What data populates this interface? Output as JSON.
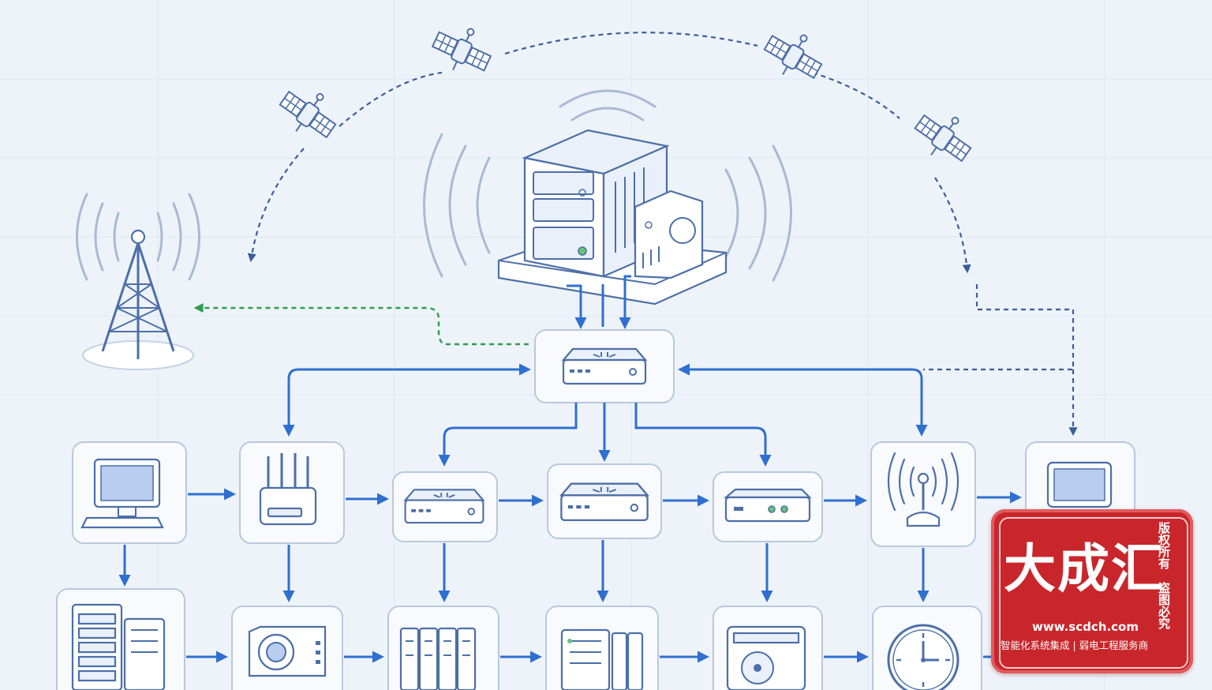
{
  "watermark": {
    "title": "大成汇",
    "url": "www.scdch.com",
    "side_text_1": "版权所有",
    "side_text_2": "盗图必究",
    "tagline": "智能化系统集成 | 弱电工程服务商"
  },
  "colors": {
    "background": "#eef3fa",
    "link_solid": "#2f6fd0",
    "link_dashed_blue": "#3b5d9a",
    "link_dashed_green": "#2e9e4a",
    "device_stroke": "#4c6fa8",
    "stamp_red": "#c9262b"
  },
  "nodes": [
    {
      "id": "central-server",
      "icon": "server-icon"
    },
    {
      "id": "core-switch",
      "icon": "router-icon"
    },
    {
      "id": "cell-tower",
      "icon": "cell-tower-icon"
    },
    {
      "id": "satellite-1",
      "icon": "satellite-icon"
    },
    {
      "id": "satellite-2",
      "icon": "satellite-icon"
    },
    {
      "id": "satellite-3",
      "icon": "satellite-icon"
    },
    {
      "id": "satellite-4",
      "icon": "satellite-icon"
    },
    {
      "id": "workstation",
      "icon": "computer-icon"
    },
    {
      "id": "wifi-router",
      "icon": "wifi-router-icon"
    },
    {
      "id": "router-a",
      "icon": "router-icon"
    },
    {
      "id": "router-b",
      "icon": "router-icon"
    },
    {
      "id": "network-switch",
      "icon": "switch-icon"
    },
    {
      "id": "antenna",
      "icon": "antenna-icon"
    },
    {
      "id": "monitor",
      "icon": "monitor-icon"
    },
    {
      "id": "server-rack",
      "icon": "server-rack-icon"
    },
    {
      "id": "camera",
      "icon": "camera-icon"
    },
    {
      "id": "storage-array",
      "icon": "storage-icon"
    },
    {
      "id": "blade-server",
      "icon": "blade-server-icon"
    },
    {
      "id": "disk-drive",
      "icon": "disk-icon"
    },
    {
      "id": "clock",
      "icon": "clock-icon"
    }
  ],
  "edges": [
    {
      "from": "central-server",
      "to": "core-switch",
      "style": "solid"
    },
    {
      "from": "core-switch",
      "to": "cell-tower",
      "style": "dashed-green"
    },
    {
      "from": "satellite-1",
      "to": "satellite-2",
      "style": "dashed"
    },
    {
      "from": "satellite-1",
      "to": "cell-tower",
      "style": "dashed"
    },
    {
      "from": "satellite-2",
      "to": "satellite-3",
      "style": "dashed"
    },
    {
      "from": "satellite-3",
      "to": "satellite-4",
      "style": "dashed"
    },
    {
      "from": "satellite-4",
      "to": "monitor",
      "style": "dashed"
    },
    {
      "from": "core-switch",
      "to": "wifi-router",
      "style": "solid"
    },
    {
      "from": "core-switch",
      "to": "antenna",
      "style": "solid"
    },
    {
      "from": "core-switch",
      "to": "router-a",
      "style": "solid"
    },
    {
      "from": "core-switch",
      "to": "router-b",
      "style": "solid"
    },
    {
      "from": "core-switch",
      "to": "network-switch",
      "style": "solid"
    },
    {
      "from": "workstation",
      "to": "wifi-router",
      "style": "solid"
    },
    {
      "from": "wifi-router",
      "to": "router-a",
      "style": "solid"
    },
    {
      "from": "router-a",
      "to": "router-b",
      "style": "solid"
    },
    {
      "from": "router-b",
      "to": "network-switch",
      "style": "solid"
    },
    {
      "from": "network-switch",
      "to": "antenna",
      "style": "solid"
    },
    {
      "from": "antenna",
      "to": "monitor",
      "style": "solid"
    },
    {
      "from": "workstation",
      "to": "server-rack",
      "style": "solid"
    },
    {
      "from": "wifi-router",
      "to": "camera",
      "style": "solid"
    },
    {
      "from": "router-a",
      "to": "storage-array",
      "style": "solid"
    },
    {
      "from": "router-b",
      "to": "blade-server",
      "style": "solid"
    },
    {
      "from": "network-switch",
      "to": "disk-drive",
      "style": "solid"
    },
    {
      "from": "antenna",
      "to": "clock",
      "style": "solid"
    },
    {
      "from": "server-rack",
      "to": "camera",
      "style": "solid"
    },
    {
      "from": "camera",
      "to": "storage-array",
      "style": "solid"
    },
    {
      "from": "storage-array",
      "to": "blade-server",
      "style": "solid"
    },
    {
      "from": "blade-server",
      "to": "disk-drive",
      "style": "solid"
    },
    {
      "from": "disk-drive",
      "to": "clock",
      "style": "solid"
    }
  ]
}
